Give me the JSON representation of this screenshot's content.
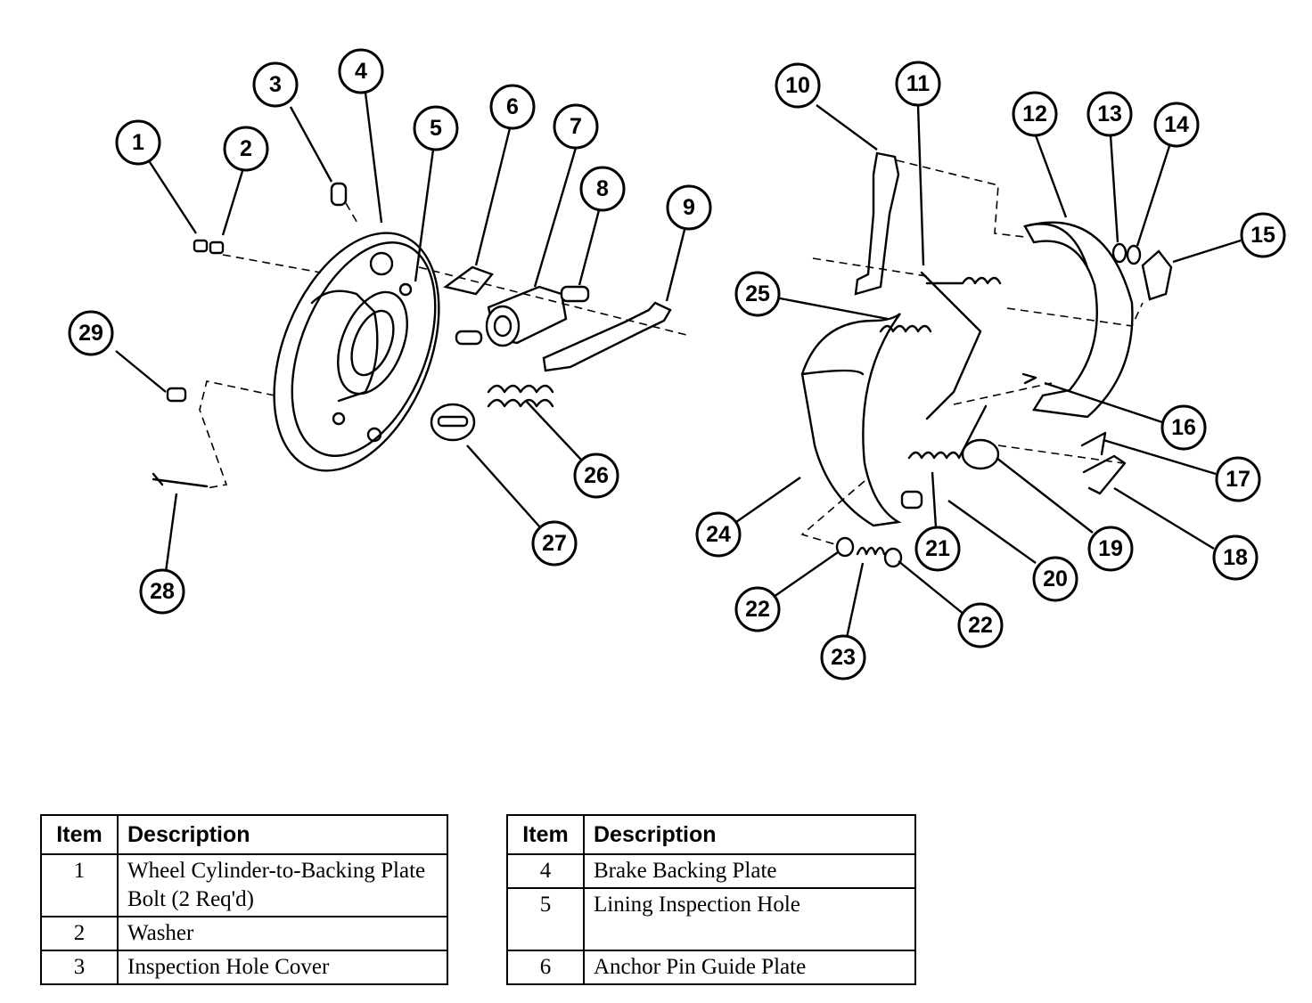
{
  "callouts": [
    "1",
    "2",
    "3",
    "4",
    "5",
    "6",
    "7",
    "8",
    "9",
    "10",
    "11",
    "12",
    "13",
    "14",
    "15",
    "16",
    "17",
    "18",
    "19",
    "20",
    "21",
    "22",
    "22",
    "23",
    "24",
    "25",
    "26",
    "27",
    "28",
    "29"
  ],
  "legend_left": {
    "headers": [
      "Item",
      "Description"
    ],
    "rows": [
      {
        "item": "1",
        "desc": "Wheel Cylinder-to-Backing Plate Bolt (2 Req'd)"
      },
      {
        "item": "2",
        "desc": "Washer"
      },
      {
        "item": "3",
        "desc": "Inspection Hole Cover"
      }
    ]
  },
  "legend_right": {
    "headers": [
      "Item",
      "Description"
    ],
    "rows": [
      {
        "item": "4",
        "desc": "Brake Backing Plate"
      },
      {
        "item": "5",
        "desc": "Lining Inspection Hole"
      },
      {
        "item": "6",
        "desc": "Anchor Pin Guide Plate"
      }
    ]
  }
}
